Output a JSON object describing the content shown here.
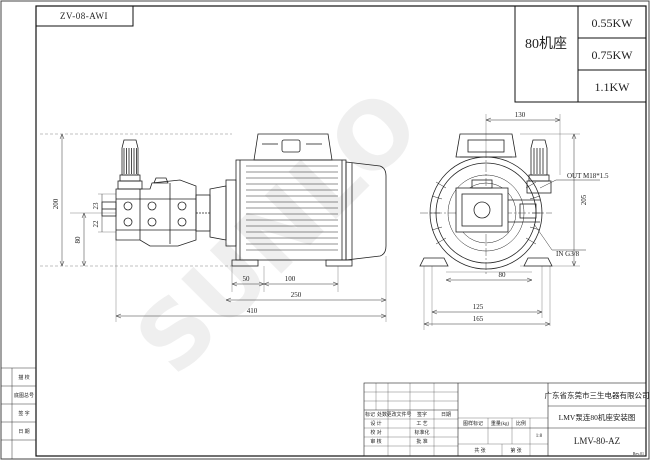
{
  "sheet_id": "ZV-08-AWI",
  "motor_base": "80机座",
  "power_ratings": [
    "0.55KW",
    "0.75KW",
    "1.1KW"
  ],
  "dimensions": {
    "total_height": "200",
    "shaft_height": "80",
    "small_left_a": "22",
    "small_left_b": "23",
    "base_bolt_offset": "50",
    "base_bolt_spacing": "100",
    "motor_length": "250",
    "overall_length": "410",
    "top_width": "130",
    "right_height": "205",
    "foot_spacing": "80",
    "foot_width": "125",
    "base_width": "165"
  },
  "ports": {
    "outlet": "OUT M18*1.5",
    "inlet": "IN G3/8"
  },
  "watermark": "SUNLO",
  "title_block": {
    "company": "广东省东莞市三生电器有限公司",
    "drawing_name": "LMV泵连80机座安装图",
    "drawing_code": "LMV-80-AZ",
    "scale": "1:8",
    "rev": "Rev.01",
    "left_labels": [
      "描 校",
      "底图总号",
      "签 字",
      "日 期"
    ],
    "header_labels": [
      "标记",
      "处数",
      "更改文件号",
      "签字",
      "日期"
    ],
    "role_labels": [
      "设 计",
      "校 对",
      "审 核",
      "工 艺",
      "标准化",
      "批 准"
    ],
    "meta_labels": [
      "图样标记",
      "重量(kg)",
      "比例",
      "共 张",
      "第 张"
    ]
  }
}
